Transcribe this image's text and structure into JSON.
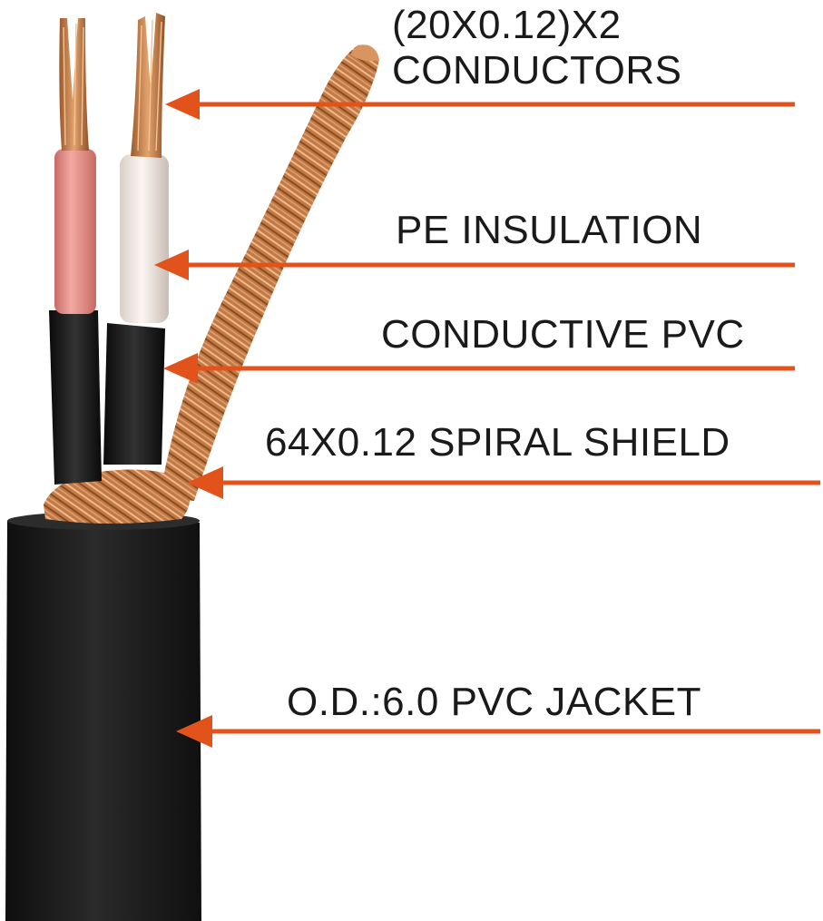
{
  "callouts": {
    "conductors": {
      "line1": "(20X0.12)X2",
      "line2": "CONDUCTORS"
    },
    "insulation": {
      "text": "PE INSULATION"
    },
    "conductive_pvc": {
      "text": "CONDUCTIVE PVC"
    },
    "shield": {
      "text": "64X0.12 SPIRAL SHIELD"
    },
    "jacket": {
      "text": "O.D.:6.0 PVC JACKET"
    }
  },
  "colors": {
    "arrow": "#e2531c",
    "copper": "#c98552",
    "red_insulation": "#e88f86",
    "white_insulation": "#ece4de",
    "black_pvc": "#161616",
    "jacket": "#1c1c1c"
  }
}
